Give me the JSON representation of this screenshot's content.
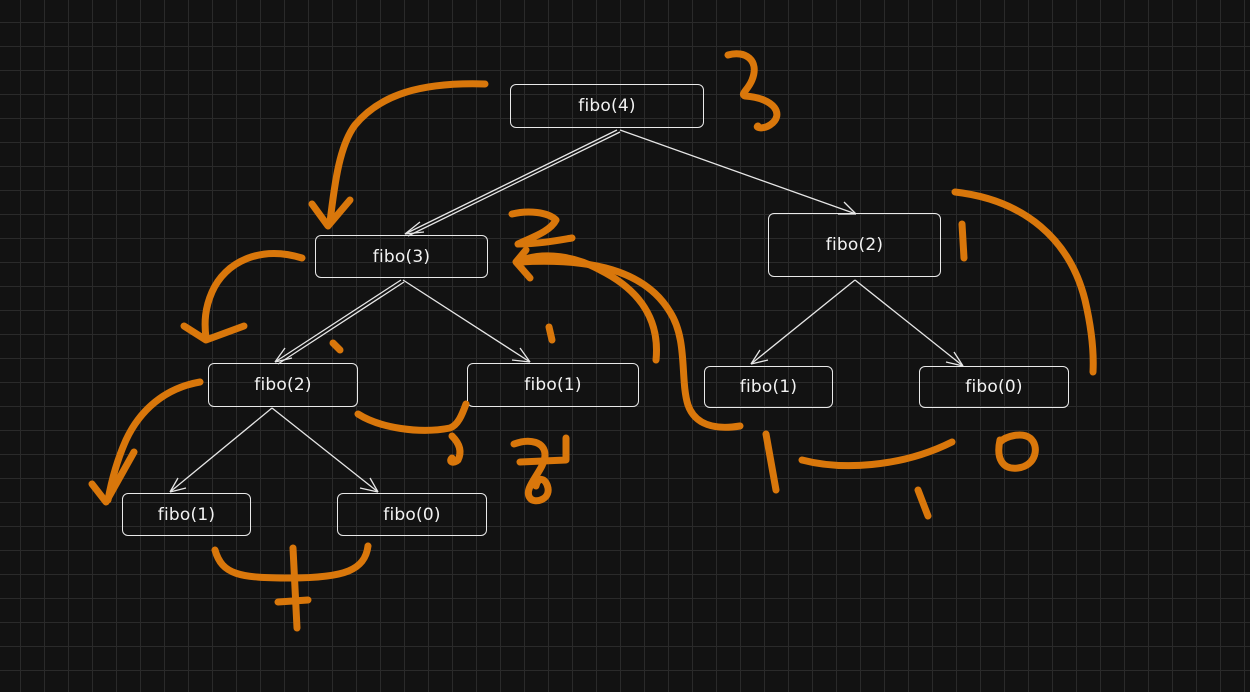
{
  "nodes": {
    "root": "fibo(4)",
    "l1_left": "fibo(3)",
    "l1_right": "fibo(2)",
    "l2_a": "fibo(2)",
    "l2_b": "fibo(1)",
    "l2_c": "fibo(1)",
    "l2_d": "fibo(0)",
    "l3_a": "fibo(1)",
    "l3_b": "fibo(0)"
  },
  "colors": {
    "background": "#121212",
    "grid": "#2a2a2a",
    "node_stroke": "#e9e9e9",
    "annotation": "#d9770b"
  },
  "icons": [
    "arrow-head-icon"
  ]
}
